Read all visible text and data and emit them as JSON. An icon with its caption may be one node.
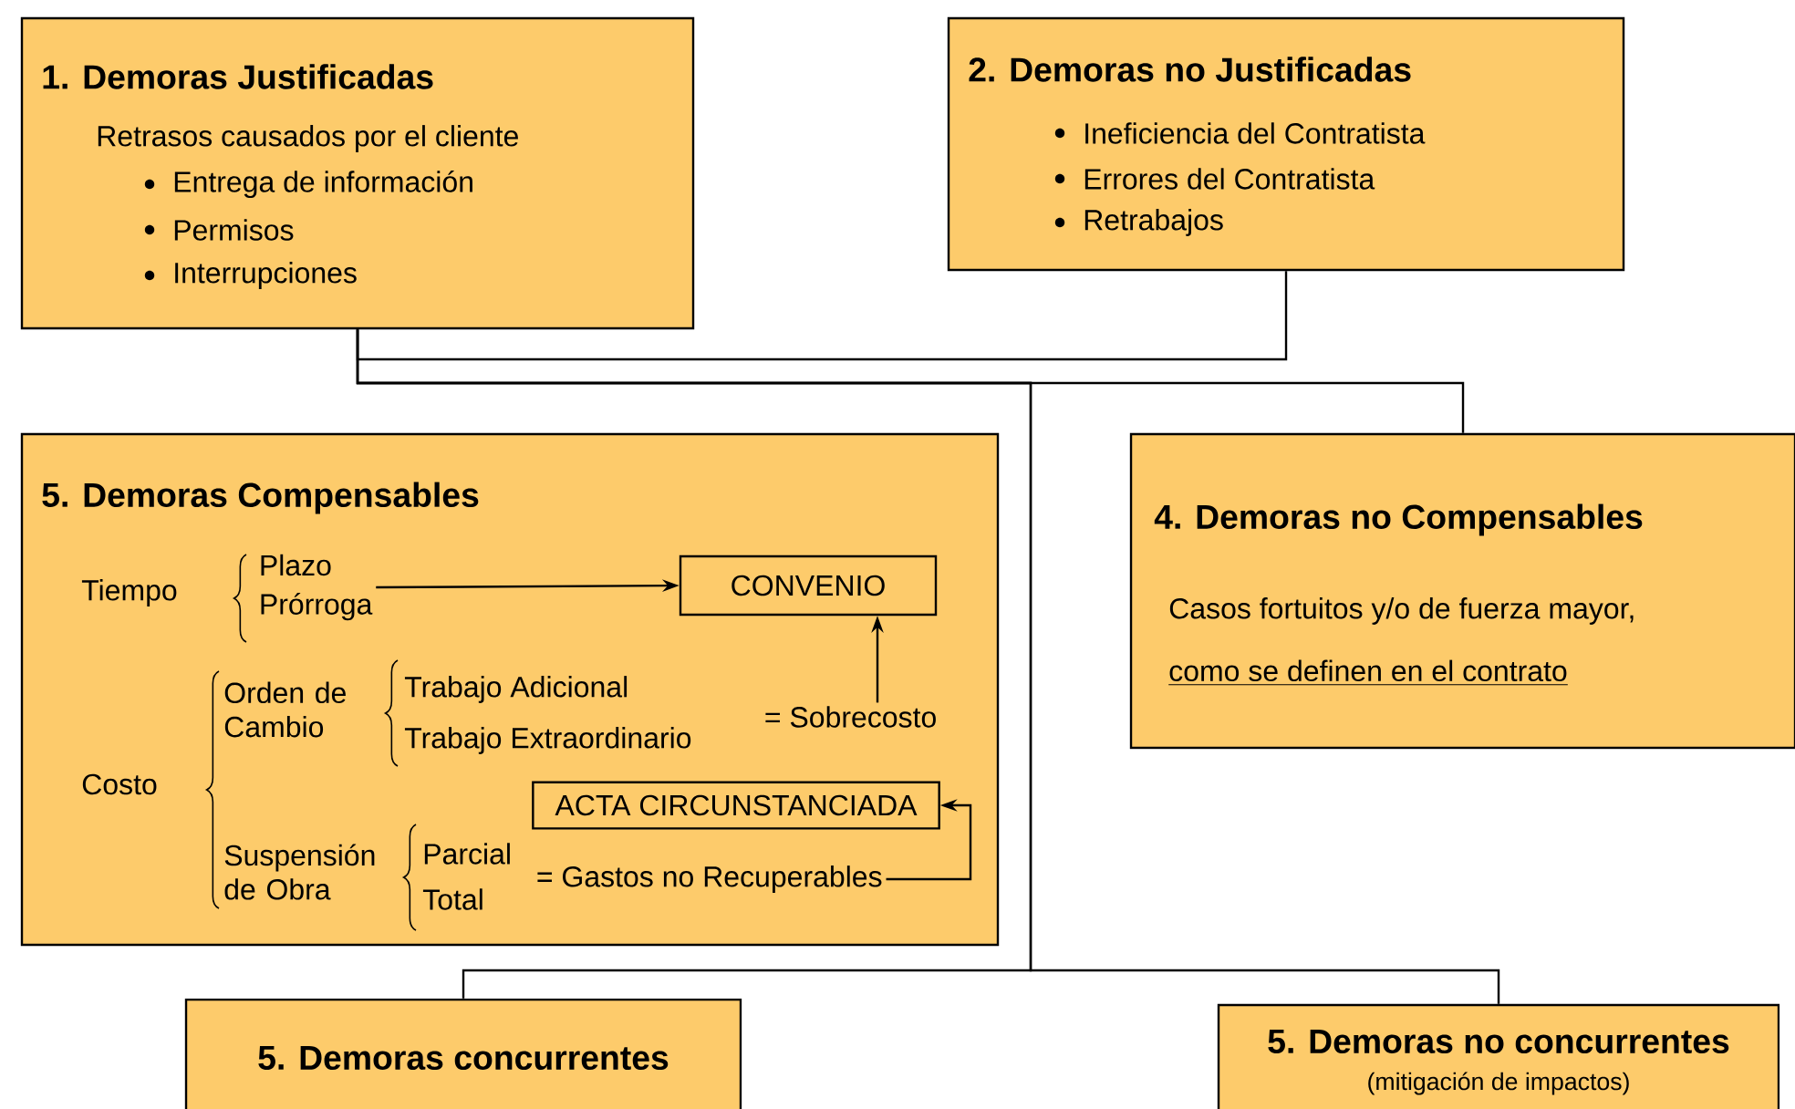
{
  "diagram": {
    "nodes": [
      {
        "text": [
          "1. Demoras Justificadas",
          "Retrasos causados por el cliente",
          "Entrega de información",
          "Permisos",
          "Interrupciones"
        ]
      },
      {
        "text": [
          "2. Demoras no Justificadas",
          "Ineficiencia del Contratista",
          "Errores del Contratista",
          "Retrabajos"
        ]
      },
      {
        "text": [
          "5. Demoras Compensables"
        ]
      },
      {
        "text": [
          "Plazo",
          "Prórroga"
        ],
        "in": 2
      },
      {
        "text": [
          "CONVENIO"
        ],
        "in": 2
      },
      {
        "text": [
          "= Sobrecosto"
        ],
        "in": 2
      },
      {
        "text": [
          "ACTA CIRCUNSTANCIADA"
        ],
        "in": 2
      },
      {
        "text": [
          "= Gastos no Recuperables"
        ],
        "in": 2
      },
      {
        "text": [
          "4. Demoras no Compensables",
          "Casos fortuitos y/o de fuerza mayor,",
          "como se definen en el contrato"
        ]
      },
      {
        "text": [
          "5. Demoras concurrentes"
        ]
      },
      {
        "text": [
          "5. Demoras no concurrentes",
          "(mitigación de impactos)"
        ]
      }
    ],
    "edges": [
      {
        "from": 0,
        "to": 1,
        "arrow": "none"
      },
      {
        "from": 0,
        "to": 8,
        "arrow": "none"
      },
      {
        "from": 0,
        "to": 9,
        "arrow": "none"
      },
      {
        "from": 0,
        "to": 10,
        "arrow": "none"
      },
      {
        "from": 3,
        "to": 4,
        "arrow": "to"
      },
      {
        "from": 5,
        "to": 4,
        "arrow": "to"
      },
      {
        "from": 7,
        "to": 6,
        "arrow": "to"
      }
    ],
    "labels": [
      "Tiempo",
      "Orden de Cambio",
      "Trabajo Adicional",
      "Trabajo Extraordinario",
      "Costo",
      "Suspensión de Obra",
      "Parcial",
      "Total"
    ]
  }
}
